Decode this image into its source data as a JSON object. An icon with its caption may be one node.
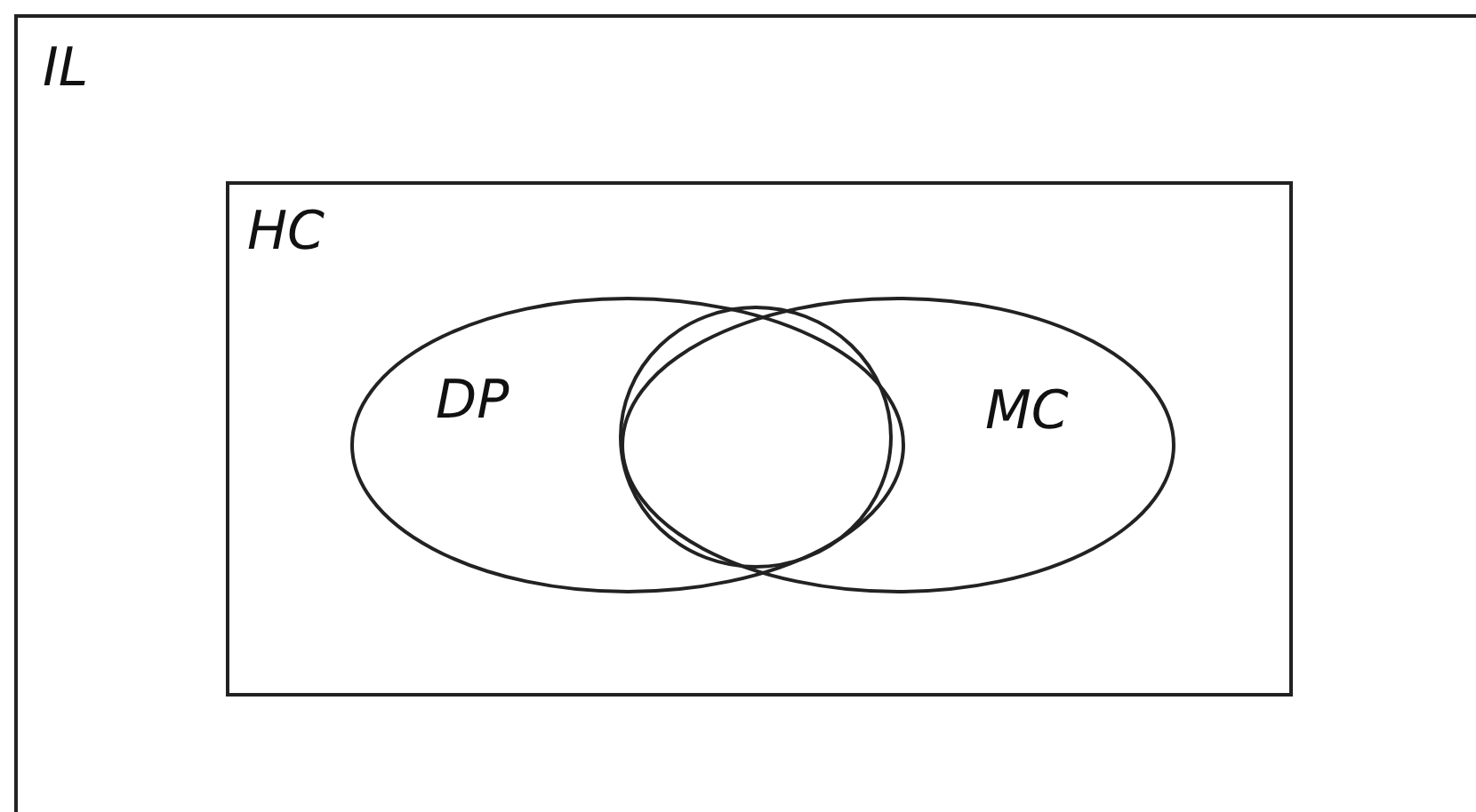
{
  "diagram": {
    "nodes": [
      {
        "text": [
          "IL"
        ]
      },
      {
        "text": [
          "HC"
        ],
        "in": 0
      },
      {
        "text": [
          "DP"
        ],
        "in": 1
      },
      {
        "text": [
          "MC"
        ],
        "in": 1
      },
      {
        "text": [],
        "shape": "circle"
      }
    ]
  }
}
